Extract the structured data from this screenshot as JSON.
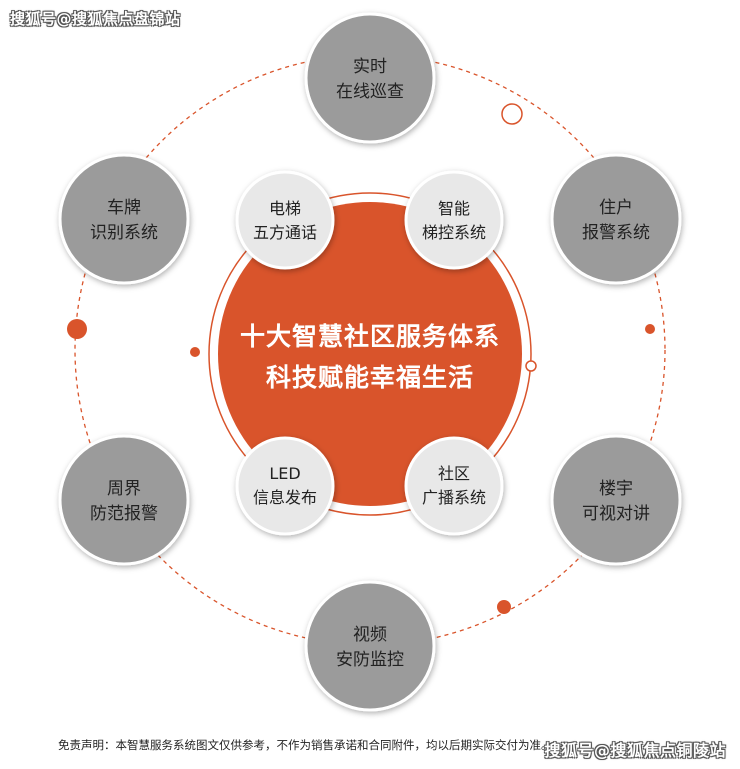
{
  "watermark_top": "搜狐号@搜狐焦点盘锦站",
  "watermark_bottom": "搜狐号@搜狐焦点铜陵站",
  "core": {
    "line1": "十大智慧社区服务体系",
    "line2": "科技赋能幸福生活"
  },
  "outer_nodes": [
    {
      "line1": "实时",
      "line2": "在线巡查"
    },
    {
      "line1": "住户",
      "line2": "报警系统"
    },
    {
      "line1": "楼宇",
      "line2": "可视对讲"
    },
    {
      "line1": "视频",
      "line2": "安防监控"
    },
    {
      "line1": "周界",
      "line2": "防范报警"
    },
    {
      "line1": "车牌",
      "line2": "识别系统"
    }
  ],
  "inner_nodes": [
    {
      "line1": "电梯",
      "line2": "五方通话"
    },
    {
      "line1": "智能",
      "line2": "梯控系统"
    },
    {
      "line1": "LED",
      "line2": "信息发布"
    },
    {
      "line1": "社区",
      "line2": "广播系统"
    }
  ],
  "disclaimer": "免责声明：本智慧服务系统图文仅供参考，不作为销售承诺和合同附件，均以后期实际交付为准。",
  "colors": {
    "core": "#d9542b",
    "outer_node": "#9b9b9b",
    "inner_node": "#e8e8e8",
    "orbit": "#d9542b"
  }
}
